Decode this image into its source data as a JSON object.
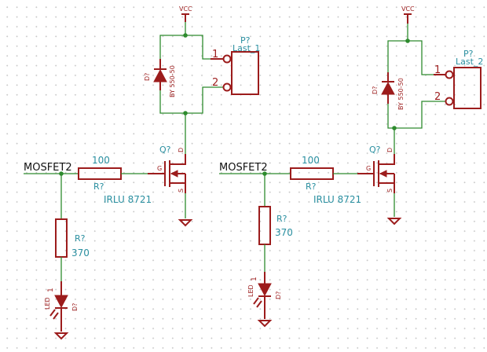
{
  "circuits": [
    {
      "net_label": "MOSFET2",
      "gate_resistor": {
        "value": "100",
        "ref": "R?"
      },
      "mosfet": {
        "ref": "Q?",
        "value": "IRLU 8721",
        "pin_g": "G",
        "pin_d": "D",
        "pin_s": "S"
      },
      "vcc_label": "VCC",
      "diode": {
        "ref": "D?",
        "value": "BY 550-50"
      },
      "connector": {
        "ref": "P?",
        "value": "Last_1",
        "pin1": "1",
        "pin2": "2"
      },
      "led_resistor": {
        "ref": "R?",
        "value": "370"
      },
      "led": {
        "ref": "D?",
        "value": "LED",
        "pin": "1"
      }
    },
    {
      "net_label": "MOSFET2",
      "gate_resistor": {
        "value": "100",
        "ref": "R?"
      },
      "mosfet": {
        "ref": "Q?",
        "value": "IRLU 8721",
        "pin_g": "G",
        "pin_d": "D",
        "pin_s": "S"
      },
      "vcc_label": "VCC",
      "diode": {
        "ref": "D?",
        "value": "BY 550-50"
      },
      "connector": {
        "ref": "P?",
        "value": "Last_2",
        "pin1": "1",
        "pin2": "2"
      },
      "led_resistor": {
        "ref": "R?",
        "value": "370"
      },
      "led": {
        "ref": "D?",
        "value": "LED",
        "pin": "1"
      }
    }
  ],
  "colors": {
    "wire": "#2e8b2e",
    "component": "#9c1c1c",
    "reference_text": "#2a8fa0",
    "net_label_text": "#111111",
    "background": "#ffffff"
  }
}
